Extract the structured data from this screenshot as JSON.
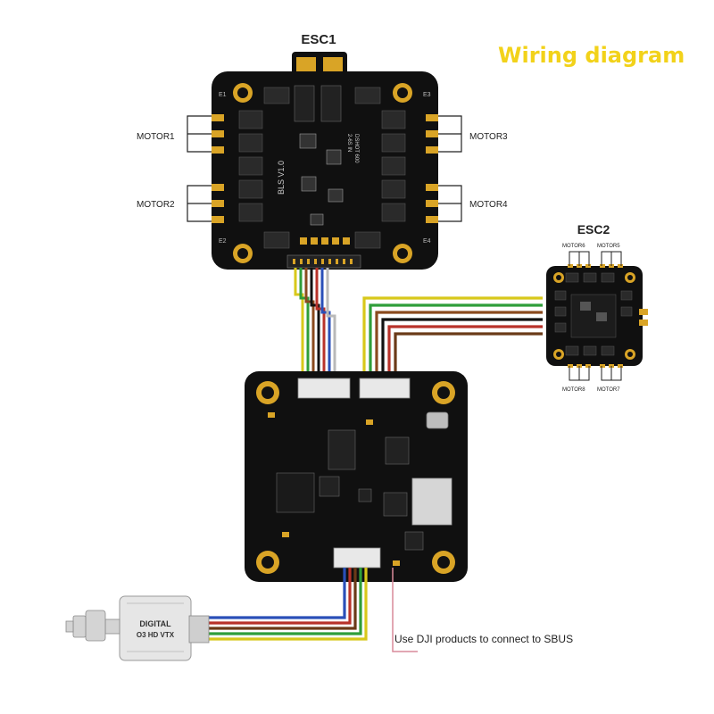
{
  "diagram": {
    "title": "Wiring diagram",
    "title_color": "#f2d21a",
    "esc1": {
      "label": "ESC1",
      "model": "BLS V1.0",
      "firmware": "DSHOT 600",
      "input": "2-6S IN",
      "pads": [
        "E1",
        "E2",
        "E3",
        "E4"
      ],
      "motors": [
        "MOTOR1",
        "MOTOR2",
        "MOTOR3",
        "MOTOR4"
      ]
    },
    "esc2": {
      "label": "ESC2",
      "motors": [
        "MOTOR6",
        "MOTOR5",
        "MOTOR8",
        "MOTOR7"
      ]
    },
    "vtx": {
      "line1": "DIGITAL",
      "line2": "O3 HD VTX"
    },
    "sbus_note": "Use DJI products to connect to SBUS",
    "wire_colors": [
      "#d8c81a",
      "#2f9e3a",
      "#8a4a1e",
      "#2a4fb8",
      "#b8322a",
      "#111111"
    ],
    "board_color": "#101010",
    "pad_color": "#d9a426"
  }
}
